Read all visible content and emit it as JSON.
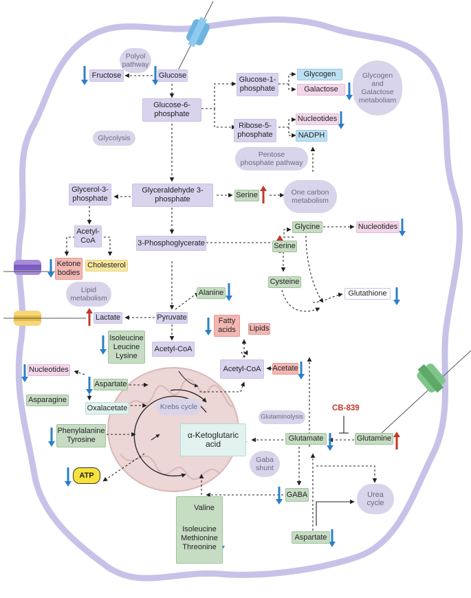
{
  "boxes": {
    "glucose": "Glucose",
    "fructose": "Fructose",
    "g6p": "Glucose-6-\nphosphate",
    "g1p": "Glucose-1-\nphosphate",
    "glycogen": "Glycogen",
    "galactose": "Galactose",
    "ribose": "Ribose-5-\nphosphate",
    "nucleotides_top": "Nucleotides",
    "nadph": "NADPH",
    "g3p_glycerol": "Glycerol-3-\nphosphate",
    "gap": "Glyceraldehyde 3-\nphosphate",
    "serine_top": "Serine",
    "acetyl_coa_lipid": "Acetyl-\nCoA",
    "ketone": "Ketone\nbodies",
    "cholesterol": "Cholesterol",
    "pg3": "3-Phosphoglycerate",
    "glycine": "Glycine",
    "nucleotides_mid": "Nucleotides",
    "serine_mid": "Serine",
    "cysteine": "Cysteine",
    "glutathione": "Glutathione",
    "alanine": "Alanine",
    "lactate": "Lactate",
    "pyruvate": "Pyruvate",
    "ile_leu_lys": "Isoleucine\nLeucine\nLysine",
    "acetyl_coa": "Acetyl-CoA",
    "fatty_acids": "Fatty\nacids",
    "lipids": "Lipids",
    "acetyl_coa_right": "Acetyl-CoA",
    "acetate": "Acetate",
    "nucleotides_left": "Nucleotides",
    "aspartate_left": "Aspartate",
    "asparagine": "Asparagine",
    "oxalacetate": "Oxalacetate",
    "phe_tyr": "Phenylalanine\nTyrosine",
    "akg": "α-Ketoglutaric\nacid",
    "glutamate": "Glutamate",
    "glutamine": "Glutamine",
    "gaba": "GABA",
    "valine": "Valine",
    "ile_met_thr": "Isoleucine\nMethionine\nThreonine",
    "aspartate_bottom": "Aspartate",
    "atp": "ATP"
  },
  "labels": {
    "polyol": "Polyol\npathway",
    "glycogen_galactose": "Glycogen\nand\nGalactose\nmetaboliam",
    "glycolysis": "Glycolysis",
    "pentose": "Pentose\nphosphate pathway",
    "one_carbon": "One carbon\nmetabolism",
    "lipid_metabolism": "Lipid\nmetabolism",
    "krebs": "Krebs cycle",
    "glutaminolysis": "Glutaminolysis",
    "gaba_shunt": "Gaba\nshunt",
    "urea": "Urea\ncycle",
    "cb839": "CB-839"
  },
  "colors": {
    "membrane": "#c7c2e8",
    "arrow_up": "#c0392b",
    "arrow_down": "#2a7fc9",
    "mito": "#e8cfcf"
  }
}
